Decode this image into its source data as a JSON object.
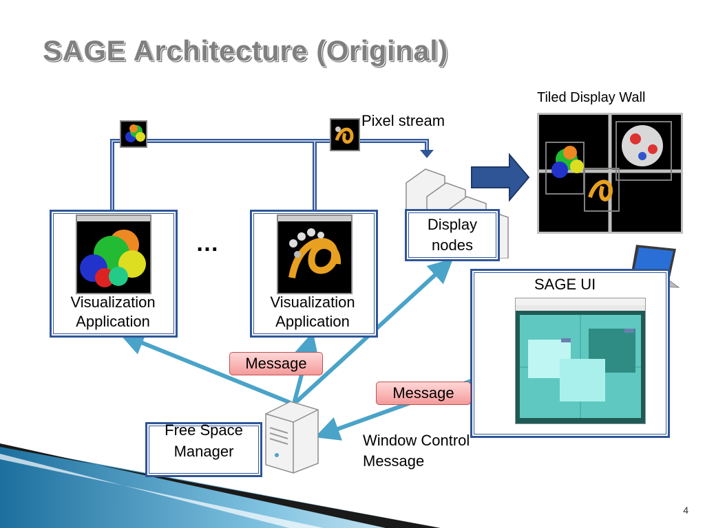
{
  "title": "SAGE Architecture (Original)",
  "labels": {
    "pixel_stream": "Pixel stream",
    "tiled_display_wall": "Tiled Display Wall",
    "ellipsis": "…",
    "display_nodes": "Display nodes",
    "viz_app_1": "Visualization Application",
    "viz_app_2": "Visualization Application",
    "sage_ui": "SAGE UI",
    "message_1": "Message",
    "message_2": "Message",
    "free_space_manager": "Free Space Manager",
    "window_control_message": "Window Control Message"
  },
  "page_number": "4",
  "colors": {
    "box_border": "#2f5597",
    "arrow_teal": "#4aa3c8",
    "message_fill": "#f8b4b4",
    "title_gray": "#7f7f7f"
  }
}
